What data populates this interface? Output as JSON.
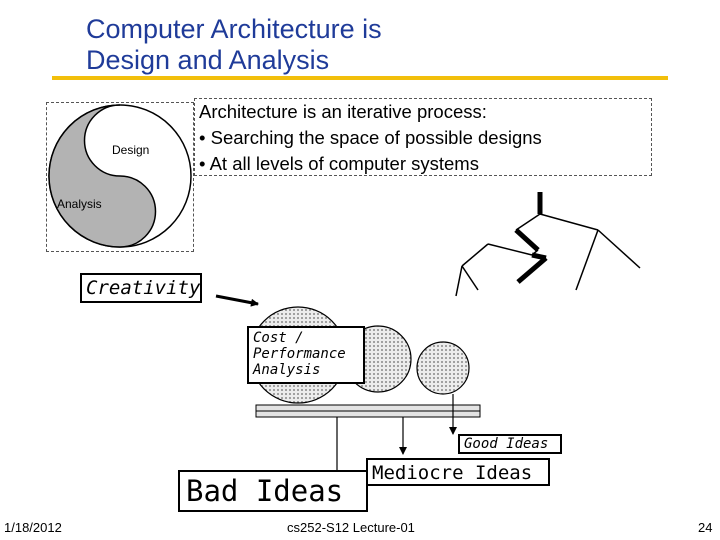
{
  "slide": {
    "title_line1": "Computer Architecture is",
    "title_line2": "Design and Analysis",
    "intro": {
      "line1": "Architecture is an iterative process:",
      "line2": "• Searching the space  of possible designs",
      "line3": "• At all levels of computer systems"
    },
    "yin_yang": {
      "design_label": "Design",
      "analysis_label": "Analysis"
    },
    "creativity_label": "Creativity",
    "cpa": {
      "line1": "Cost /",
      "line2": "Performance",
      "line3": "Analysis"
    },
    "good_ideas": "Good Ideas",
    "mediocre_ideas": "Mediocre Ideas",
    "bad_ideas": "Bad Ideas"
  },
  "footer": {
    "date": "1/18/2012",
    "course": "cs252-S12 Lecture-01",
    "page": "24"
  },
  "colors": {
    "title": "#1f3b99",
    "rule": "#f2bf0b",
    "yin": "#b3b3b3"
  }
}
